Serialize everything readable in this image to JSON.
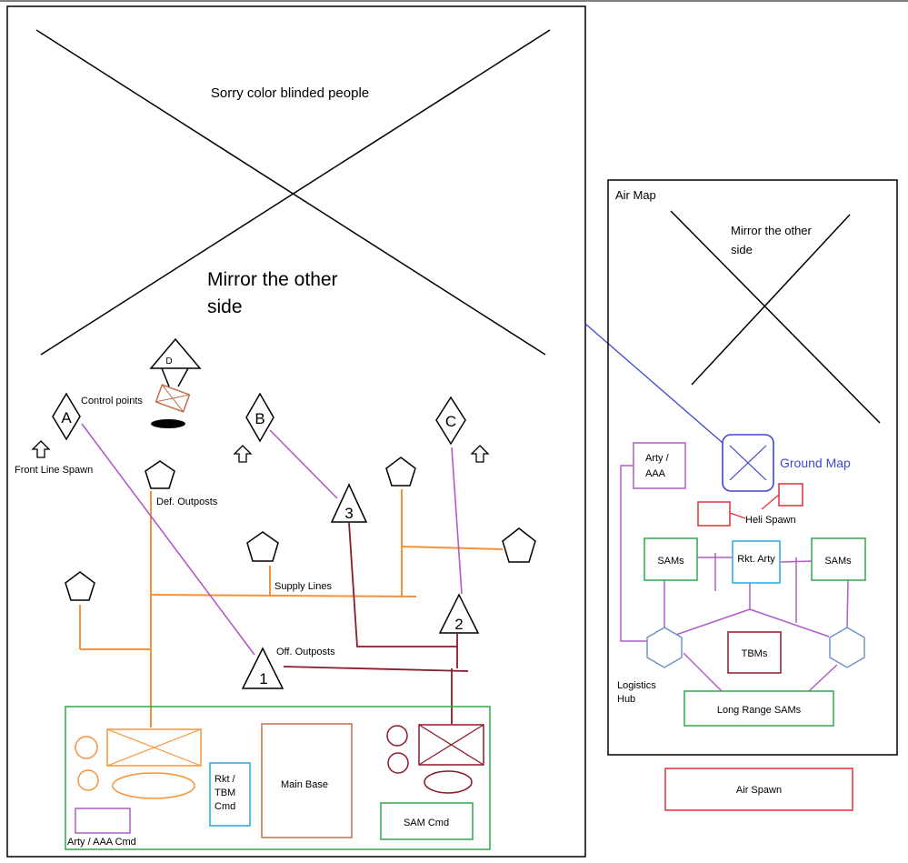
{
  "colors": {
    "orange": "#F7923A",
    "purple": "#B15CC6",
    "maroon": "#8B1A2B",
    "green": "#2EA84A",
    "cyan": "#2AA7E0",
    "blue": "#3F48CC",
    "red": "#E0303A",
    "brown": "#C0714F",
    "steel": "#6A8CC8",
    "black": "#000000"
  },
  "ground": {
    "caption": "Sorry color blinded people",
    "mirror_note": {
      "line1": "Mirror the other",
      "line2": "side"
    },
    "control_points_label": "Control points",
    "control_points": [
      "A",
      "B",
      "C",
      "D"
    ],
    "front_line_spawn": "Front Line Spawn",
    "def_outposts": "Def. Outposts",
    "supply_lines": "Supply Lines",
    "off_outposts": "Off. Outposts",
    "offensive_outposts": [
      "1",
      "2",
      "3"
    ],
    "base": {
      "arty_cmd": "Arty / AAA Cmd",
      "rkt_cmd": {
        "line1": "Rkt /",
        "line2": "TBM",
        "line3": "Cmd"
      },
      "main_base": "Main Base",
      "sam_cmd": "SAM Cmd"
    }
  },
  "air": {
    "title": "Air Map",
    "mirror_note": {
      "line1": "Mirror the other",
      "line2": "side"
    },
    "ground_map": "Ground Map",
    "arty": {
      "line1": "Arty /",
      "line2": "AAA"
    },
    "heli_spawn": "Heli Spawn",
    "sams_left": "SAMs",
    "rkt_arty": "Rkt. Arty",
    "sams_right": "SAMs",
    "tbms": "TBMs",
    "logistics_hub": {
      "line1": "Logistics",
      "line2": "Hub"
    },
    "long_range_sams": "Long Range SAMs",
    "air_spawn": "Air Spawn"
  }
}
